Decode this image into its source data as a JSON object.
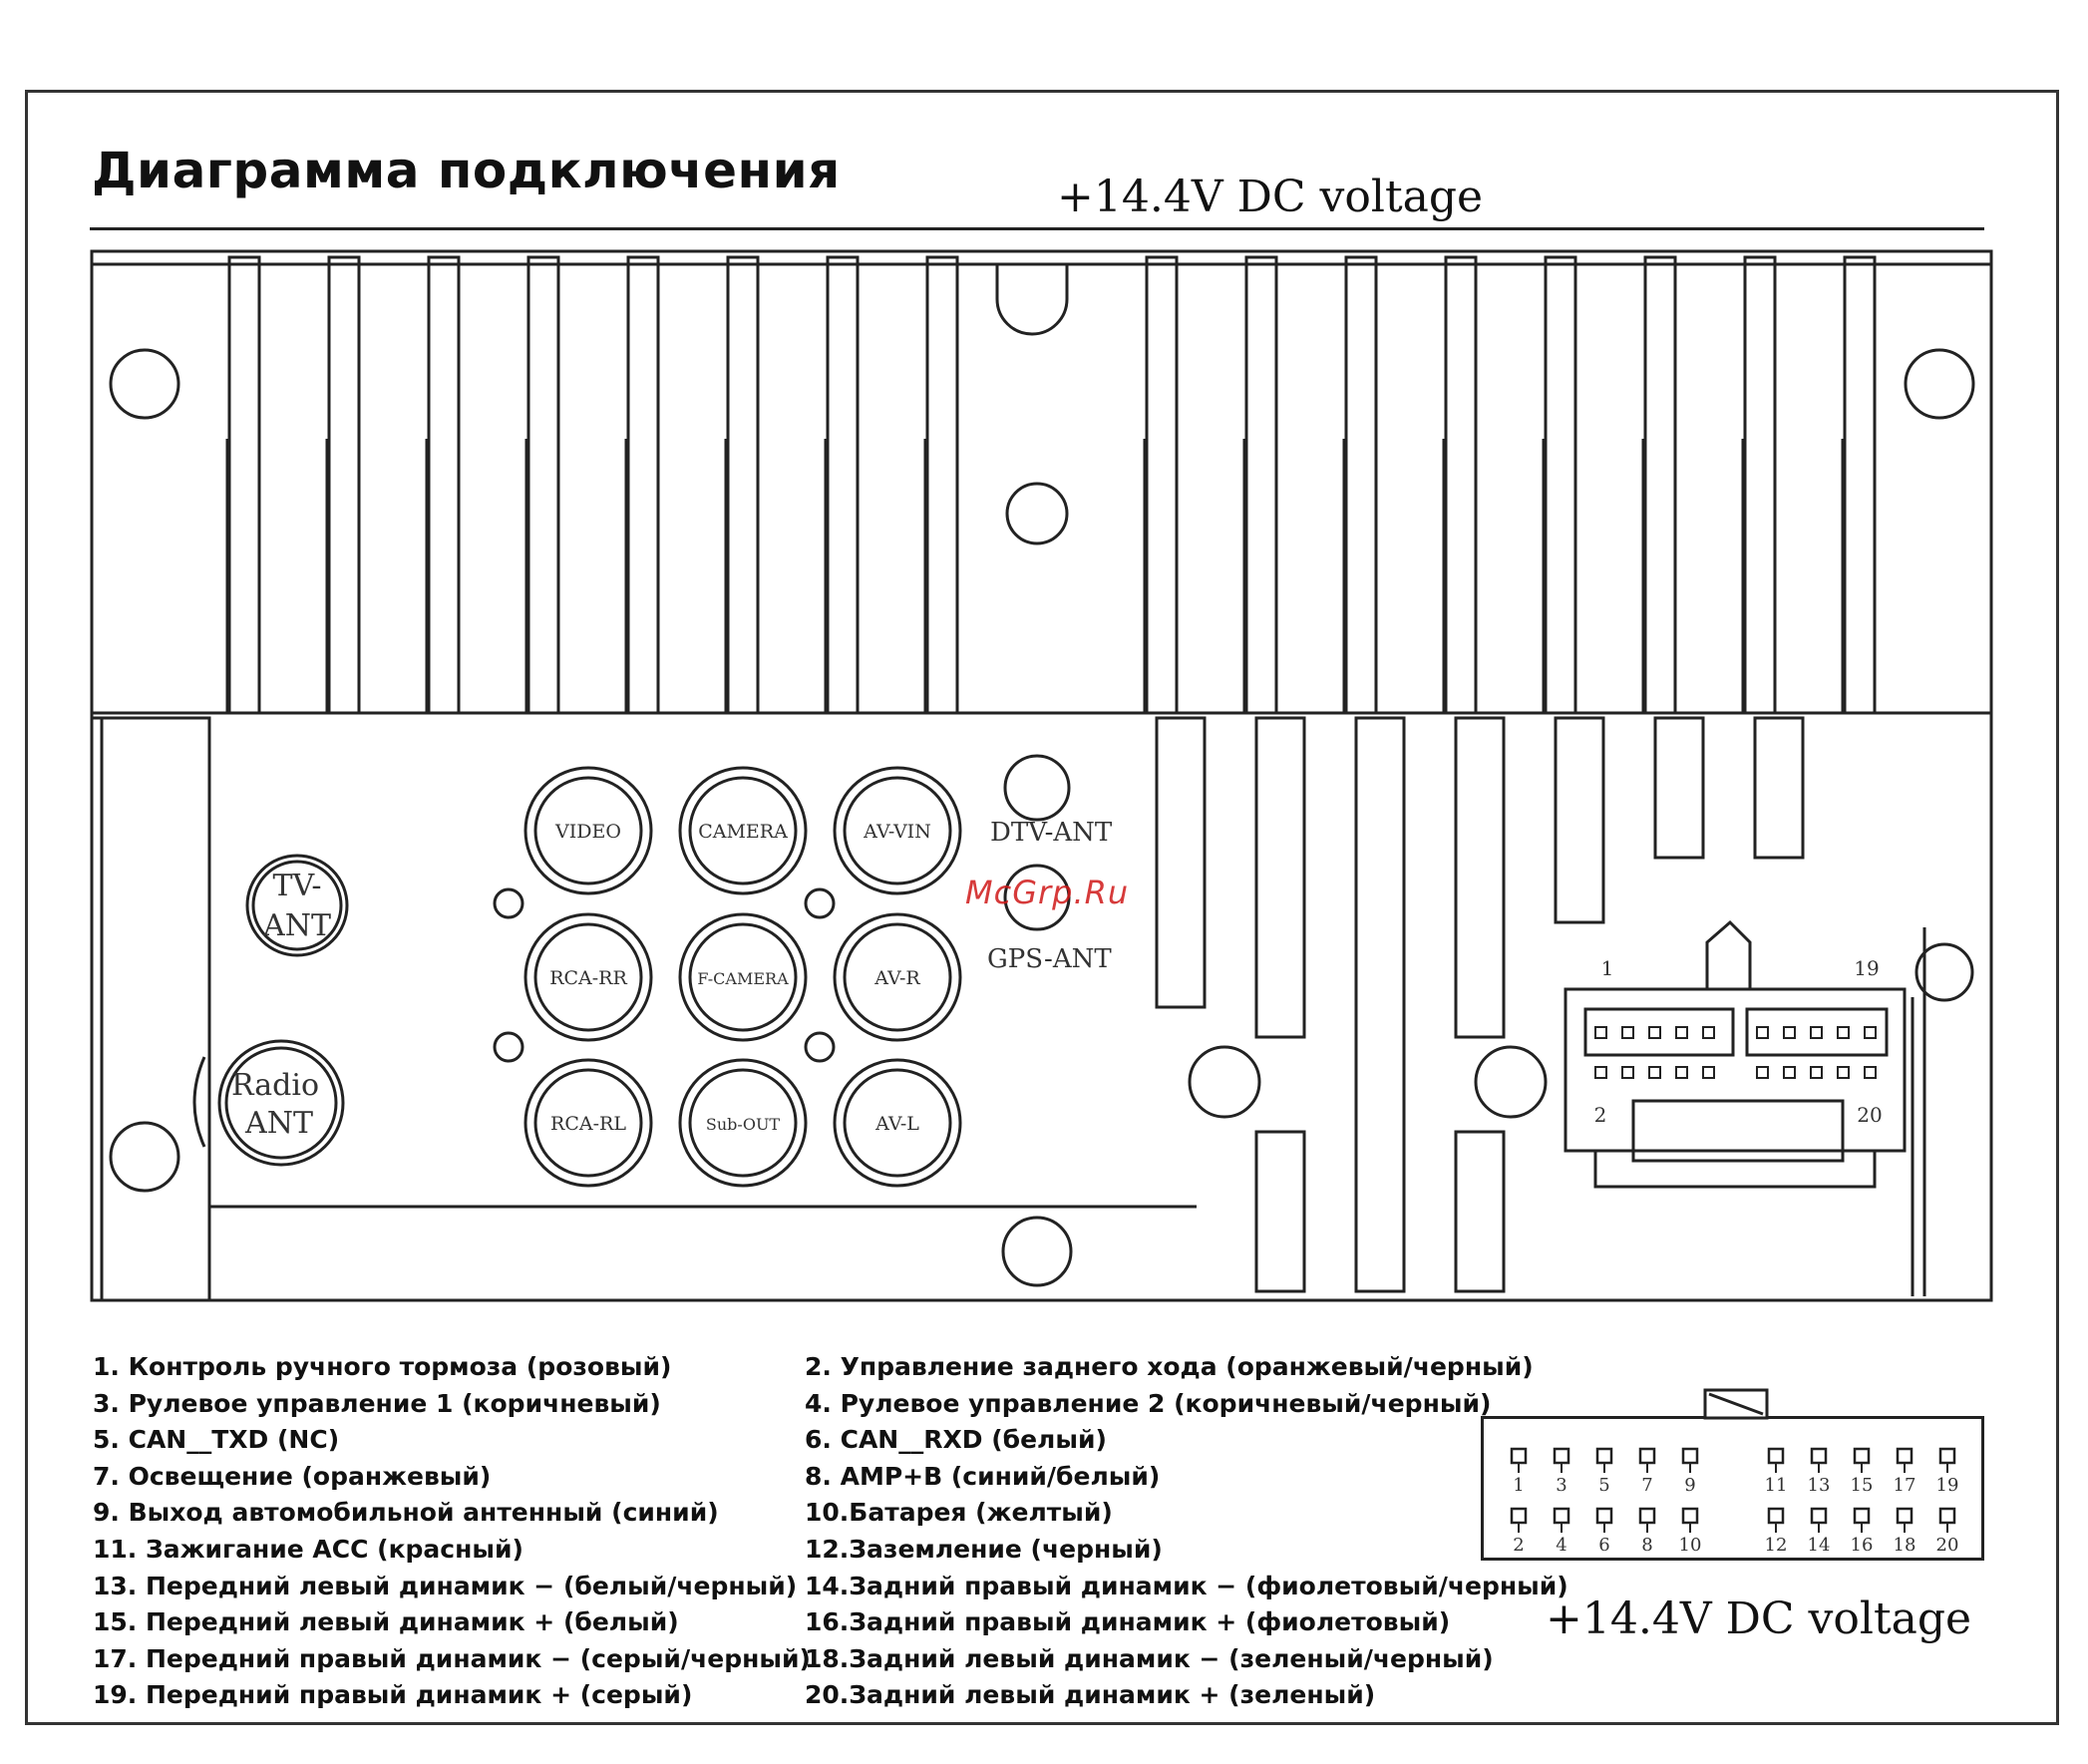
{
  "title": "Диаграмма подключения",
  "voltage_label": "+14.4V DC  voltage",
  "watermark": "McGrp.Ru",
  "unit": {
    "left_antennas": [
      "TV-ANT",
      "Radio ANT"
    ],
    "rca_jacks": [
      "VIDEO",
      "CAMERA",
      "AV-VIN",
      "RCA-RR",
      "F-CAMERA",
      "AV-R",
      "RCA-RL",
      "Sub-OUT",
      "AV-L"
    ],
    "dtv_label": "DTV-ANT",
    "gps_label": "GPS-ANT",
    "connector_pin_labels": [
      "1",
      "19",
      "2",
      "20"
    ]
  },
  "legend": {
    "left": [
      "1. Контроль ручного тормоза (розовый)",
      "3. Рулевое управление 1 (коричневый)",
      "5. CAN__TXD (NC)",
      "7. Освещение (оранжевый)",
      "9. Выход автомобильной антенный (синий)",
      "11. Зажигание ACC (красный)",
      "13. Передний левый динамик − (белый/черный)",
      "15. Передний левый динамик + (белый)",
      "17. Передний правый динамик − (серый/черный)",
      "19. Передний правый динамик + (серый)"
    ],
    "right": [
      "2. Управление заднего хода (оранжевый/черный)",
      "4. Рулевое управление 2 (коричневый/черный)",
      "6. CAN__RXD (белый)",
      "8. AMP+B (синий/белый)",
      "10.Батарея (желтый)",
      "12.Заземление (черный)",
      "14.Задний правый динамик − (фиолетовый/черный)",
      "16.Задний правый динамик + (фиолетовый)",
      "18.Задний левый динамик − (зеленый/черный)",
      "20.Задний левый динамик + (зеленый)"
    ]
  },
  "pinout": {
    "top_row": [
      "1",
      "3",
      "5",
      "7",
      "9",
      "11",
      "13",
      "15",
      "17",
      "19"
    ],
    "bottom_row": [
      "2",
      "4",
      "6",
      "8",
      "10",
      "12",
      "14",
      "16",
      "18",
      "20"
    ]
  }
}
